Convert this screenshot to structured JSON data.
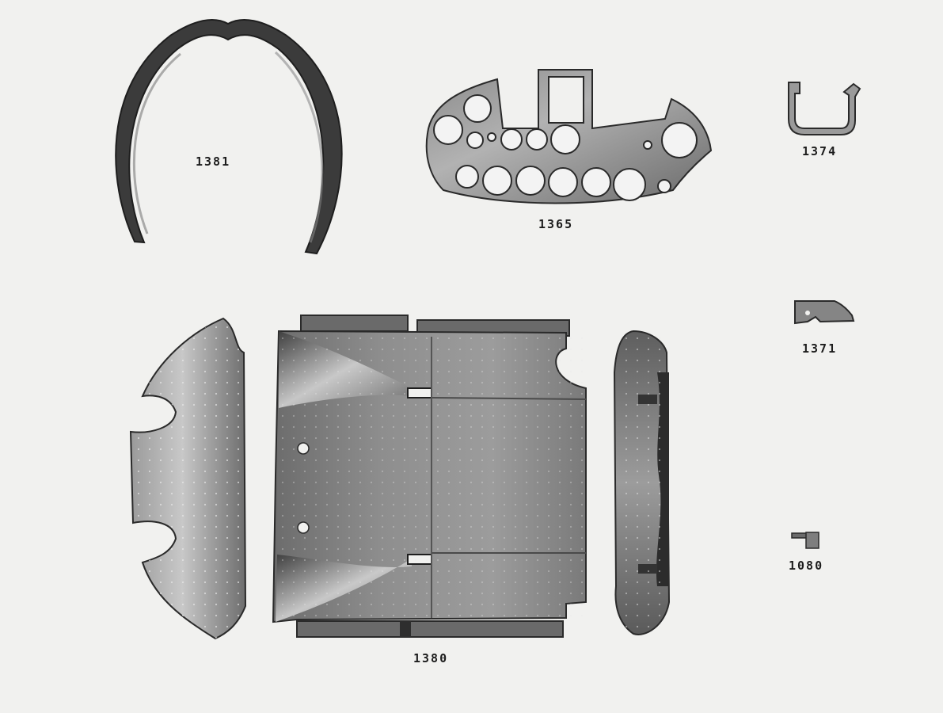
{
  "parts": [
    {
      "id": "1381",
      "label": "1381",
      "depicts": "horseshoe cowl rim"
    },
    {
      "id": "1365",
      "label": "1365",
      "depicts": "instrument panel"
    },
    {
      "id": "1374",
      "label": "1374",
      "depicts": "bracket"
    },
    {
      "id": "1371",
      "label": "1371",
      "depicts": "small plate"
    },
    {
      "id": "1080",
      "label": "1080",
      "depicts": "clip"
    },
    {
      "id": "1380",
      "label": "1380",
      "depicts": "floor panels"
    }
  ],
  "colors": {
    "background": "#f1f1ef",
    "metal_dark": "#2a2a2a",
    "metal_mid": "#7a7a7a",
    "metal_light": "#b9b9b9",
    "label": "#1c1c1c"
  }
}
